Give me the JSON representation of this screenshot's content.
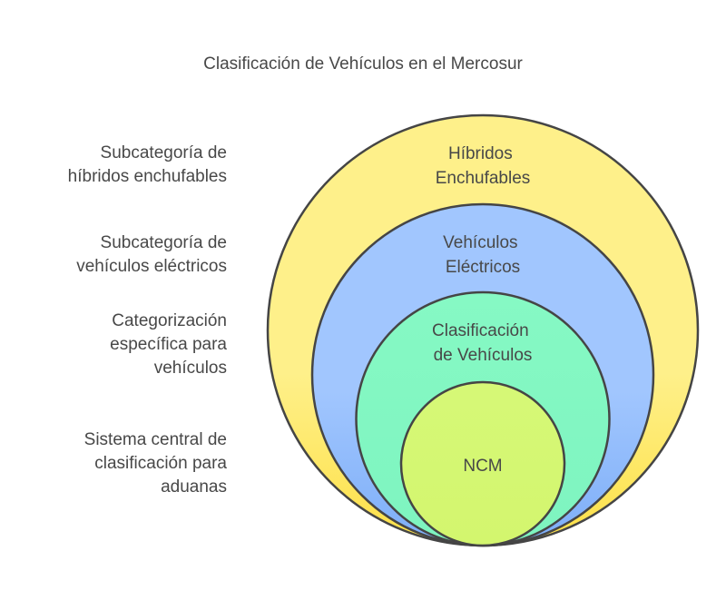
{
  "title": "Clasificación de Vehículos en el Mercosur",
  "layers": [
    {
      "name": "hibridos-enchufables",
      "label_lines": [
        "Híbridos",
        "Enchufables"
      ],
      "description": "Subcategoría de híbridos enchufables",
      "description_lines": [
        "Subcategoría de",
        "híbridos enchufables"
      ],
      "color_top": "#FEF08A",
      "color_bottom": "#FDE047"
    },
    {
      "name": "vehiculos-electricos",
      "label_lines": [
        "Vehículos",
        "Eléctricos"
      ],
      "description": "Subcategoría de vehículos eléctricos",
      "description_lines": [
        "Subcategoría de",
        "vehículos eléctricos"
      ],
      "color_top": "#A1C6FE",
      "color_bottom": "#7DAEF8"
    },
    {
      "name": "clasificacion-vehiculos",
      "label_lines": [
        "Clasificación",
        "de Vehículos"
      ],
      "description": "Categorización específica para vehículos",
      "description_lines": [
        "Categorización",
        "específica para",
        "vehículos"
      ],
      "color_top": "#86F9C4",
      "color_bottom": "#7EF4C0"
    },
    {
      "name": "ncm",
      "label_lines": [
        "NCM"
      ],
      "description": "Sistema central de clasificación para aduanas",
      "description_lines": [
        "Sistema central de",
        "clasificación para",
        "aduanas"
      ],
      "color_top": "#D6F877",
      "color_bottom": "#D3F66E"
    }
  ],
  "stroke_color": "#454545"
}
